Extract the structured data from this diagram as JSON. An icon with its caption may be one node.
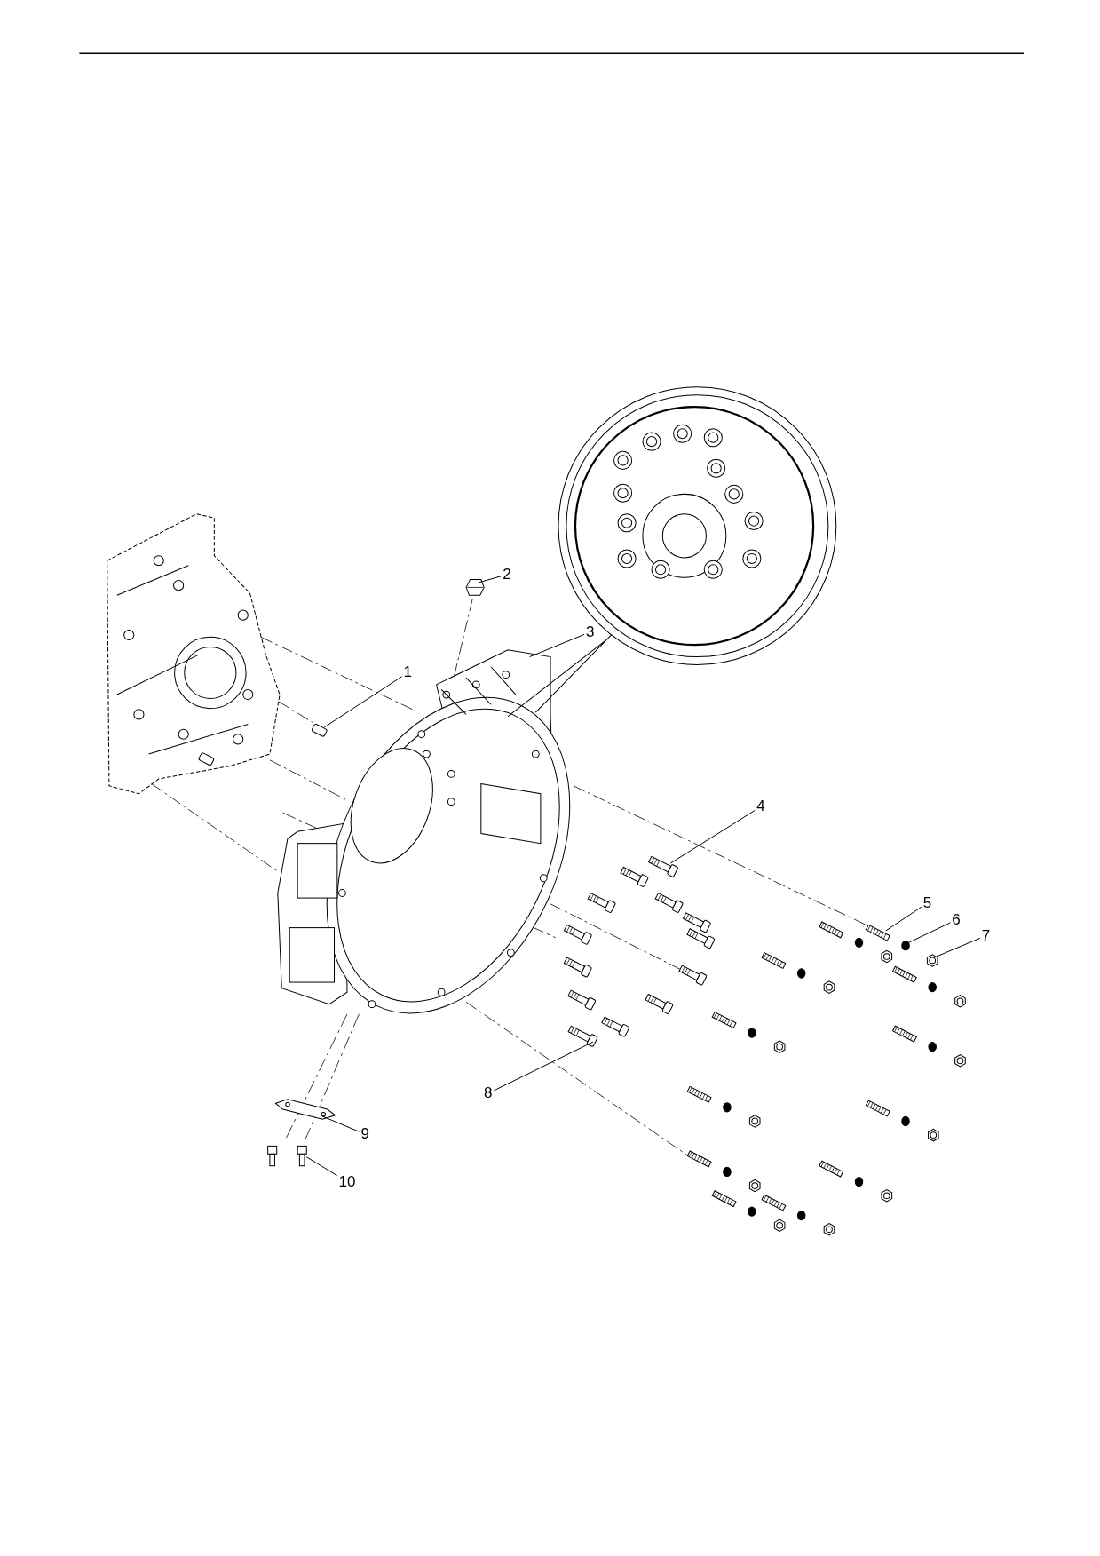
{
  "diagram": {
    "nodes": [
      {
        "text": [
          "1"
        ]
      },
      {
        "text": [
          "2"
        ]
      },
      {
        "text": [
          "3"
        ]
      },
      {
        "text": [
          "4"
        ]
      },
      {
        "text": [
          "5"
        ]
      },
      {
        "text": [
          "6"
        ]
      },
      {
        "text": [
          "7"
        ]
      },
      {
        "text": [
          "8"
        ]
      },
      {
        "text": [
          "9"
        ]
      },
      {
        "text": [
          "10"
        ]
      },
      {
        "text": [],
        "shape": "box"
      },
      {
        "text": [],
        "shape": "picture"
      },
      {
        "text": [],
        "shape": "picture"
      },
      {
        "text": [],
        "shape": "picture"
      },
      {
        "text": [],
        "shape": "picture"
      },
      {
        "text": [],
        "shape": "circle"
      },
      {
        "text": [],
        "shape": "picture"
      },
      {
        "text": [],
        "shape": "picture"
      },
      {
        "text": [],
        "shape": "picture"
      },
      {
        "text": [],
        "shape": "picture"
      },
      {
        "text": [],
        "shape": "picture"
      },
      {
        "text": [],
        "shape": "picture"
      },
      {
        "text": [],
        "shape": "picture"
      }
    ],
    "edges": [
      {
        "from": 0,
        "to": 10,
        "arrow": "none"
      },
      {
        "from": 1,
        "to": 11,
        "arrow": "none"
      },
      {
        "from": 2,
        "to": 12,
        "arrow": "none"
      },
      {
        "from": 3,
        "to": 13,
        "arrow": "none"
      },
      {
        "from": 4,
        "to": 14,
        "arrow": "none"
      },
      {
        "from": 5,
        "to": 15,
        "arrow": "none"
      },
      {
        "from": 6,
        "to": 16,
        "arrow": "none"
      },
      {
        "from": 7,
        "to": 17,
        "arrow": "none"
      },
      {
        "from": 8,
        "to": 18,
        "arrow": "none"
      },
      {
        "from": 9,
        "to": 19,
        "arrow": "none"
      },
      {
        "from": 20,
        "to": 10,
        "arrow": "none",
        "style": "dashed"
      },
      {
        "from": 12,
        "to": 11,
        "arrow": "none",
        "style": "dashed"
      },
      {
        "from": 20,
        "to": 12,
        "arrow": "none",
        "style": "dashed"
      },
      {
        "from": 12,
        "to": 14,
        "arrow": "none",
        "style": "dashed"
      },
      {
        "from": 20,
        "to": 12,
        "arrow": "none",
        "style": "dashed"
      },
      {
        "from": 12,
        "to": 21,
        "arrow": "none",
        "style": "dashed"
      },
      {
        "from": 20,
        "to": 12,
        "arrow": "none",
        "style": "dashed"
      },
      {
        "from": 12,
        "to": 22,
        "arrow": "none",
        "style": "dashed"
      }
    ]
  }
}
